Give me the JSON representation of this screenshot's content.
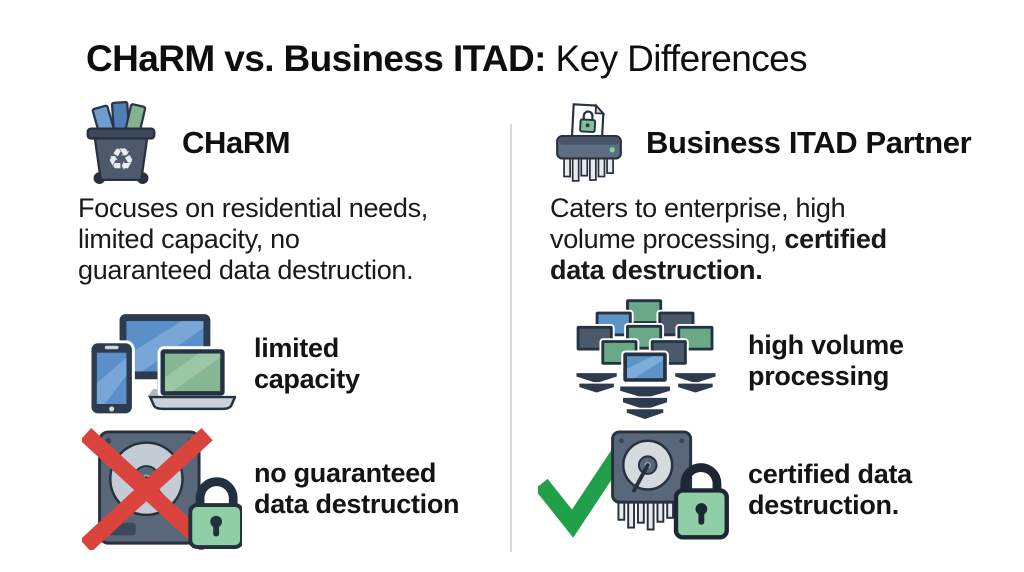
{
  "title": {
    "strong": "CHaRM vs. Business ITAD:",
    "light": " Key Differences"
  },
  "left": {
    "heading": "CHaRM",
    "header_icon": "recycle-bin-icon",
    "desc_line1": "Focuses on residential needs,",
    "desc_line2": "limited capacity, no",
    "desc_line3": "guaranteed data destruction.",
    "features": [
      {
        "icon": "devices-icon",
        "line1": "limited",
        "line2": "capacity"
      },
      {
        "icon": "crossed-hard-drive-lock-icon",
        "line1": "no guaranteed",
        "line2": "data destruction"
      }
    ]
  },
  "right": {
    "heading": "Business ITAD Partner",
    "header_icon": "shredder-lock-icon",
    "desc_line1": "Caters to enterprise, high",
    "desc_line2_regular": "volume processing, ",
    "desc_line2_bold": "certified",
    "desc_line3_bold": "data destruction.",
    "features": [
      {
        "icon": "laptop-stack-icon",
        "line1": "high volume",
        "line2": "processing"
      },
      {
        "icon": "check-shredded-drive-lock-icon",
        "line1": "certified data",
        "line2": "destruction."
      }
    ]
  },
  "colors": {
    "text": "#161616",
    "divider": "#d9d9d9",
    "slate_dark": "#28303e",
    "slate_mid": "#58677a",
    "navy": "#2e3a4d",
    "blue": "#5b8fc9",
    "green": "#74ab8c",
    "mint": "#8ecfa6",
    "red_x": "#d9453d",
    "check_green": "#22a049"
  }
}
